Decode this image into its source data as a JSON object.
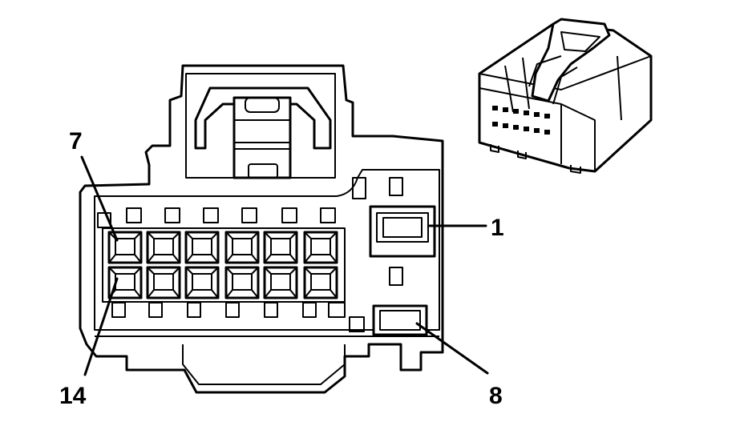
{
  "callouts": {
    "pin_1": "1",
    "pin_7": "7",
    "pin_8": "8",
    "pin_14": "14"
  },
  "colors": {
    "line": "#000000",
    "background": "#ffffff"
  }
}
